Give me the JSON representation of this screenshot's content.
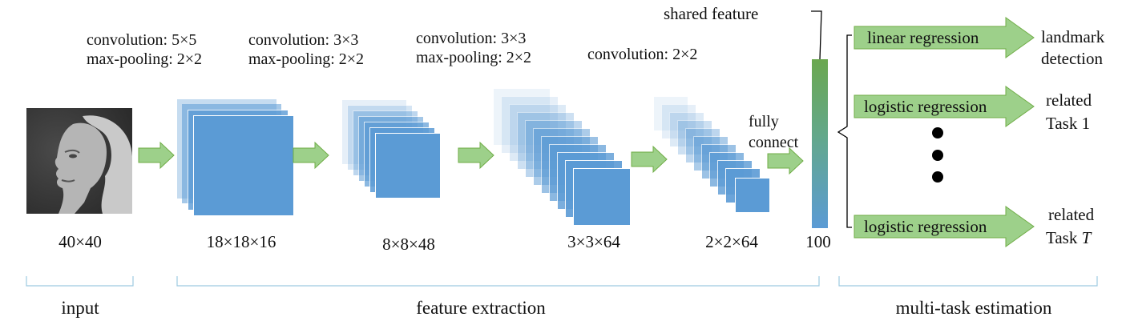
{
  "stages": [
    {
      "conv": "convolution: 5×5",
      "pool": "max-pooling: 2×2",
      "dim": "18×18×16"
    },
    {
      "conv": "convolution: 3×3",
      "pool": "max-pooling: 2×2",
      "dim": "8×8×48"
    },
    {
      "conv": "convolution: 3×3",
      "pool": "max-pooling: 2×2",
      "dim": "3×3×64"
    },
    {
      "conv": "convolution: 2×2",
      "dim": "2×2×64"
    }
  ],
  "input_dim": "40×40",
  "fully_connect": [
    "fully",
    "connect"
  ],
  "shared_feature": "shared feature",
  "feature_dim": "100",
  "outputs": [
    {
      "box": "linear regression",
      "line1": "landmark",
      "line2": "detection"
    },
    {
      "box": "logistic regression",
      "line1": "related",
      "line2": "Task 1"
    },
    {
      "box": "logistic regression",
      "line1": "related",
      "line2": "Task T"
    }
  ],
  "sections": {
    "input": "input",
    "feature_extraction": "feature extraction",
    "multi_task": "multi-task estimation"
  },
  "colors": {
    "feature_map": "#5b9bd5",
    "arrow": "#9dd08a",
    "arrow_border": "#70ad47"
  }
}
